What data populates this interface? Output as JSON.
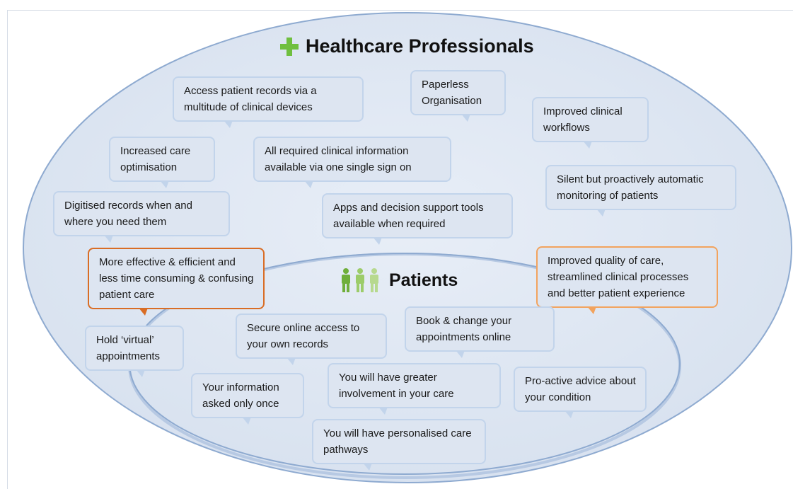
{
  "healthcare_professionals": {
    "title": "Healthcare Professionals",
    "icon": "green-plus-icon",
    "icon_color": "#6fbf3f",
    "bubbles": [
      "Access patient records via a multitude of clinical devices",
      "Paperless Organisation",
      "Improved clinical workflows",
      "Increased care optimisation",
      "All required clinical information available via one single sign on",
      "Silent but proactively automatic monitoring of  patients",
      "Digitised records when and where you need them",
      "Apps and decision support tools available when required",
      "More effective & efficient and less time consuming & confusing patient care",
      "Improved quality of care, streamlined clinical processes and better patient experience",
      "Hold ‘virtual’ appointments"
    ]
  },
  "patients": {
    "title": "Patients",
    "icon": "three-people-icon",
    "icon_color": "#7fc241",
    "bubbles": [
      "Secure online access to your own records",
      "Book & change your appointments online",
      "Your information asked only once",
      "You will have greater involvement in your care",
      "Pro-active advice about your condition",
      "You will have personalised care pathways"
    ]
  },
  "colors": {
    "outer_ellipse_fill": "#dfe7f2",
    "ellipse_stroke": "#8eaad0",
    "bubble_fill": "#dde5f1",
    "bubble_border": "#c2d4eb",
    "highlight_dark": "#d96d25",
    "highlight_light": "#f2a35e"
  }
}
